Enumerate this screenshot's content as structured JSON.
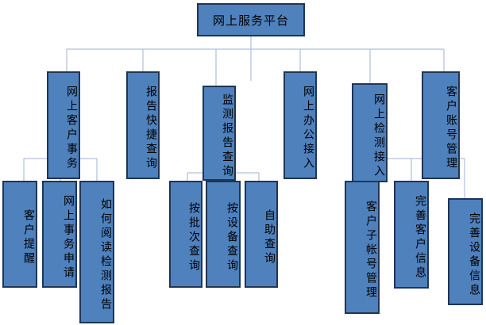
{
  "colors": {
    "node_fill": "#4f81bd",
    "node_border": "#1f3556",
    "connector": "#9db3d1"
  },
  "root": {
    "label": "网上服务平台"
  },
  "categories": [
    {
      "label": "网上客户事务"
    },
    {
      "label": "报告快捷查询"
    },
    {
      "label": "监测报告查询"
    },
    {
      "label": "网上办公接入"
    },
    {
      "label": "网上检测接入"
    },
    {
      "label": "客户账号管理"
    }
  ],
  "subitems": {
    "customer_affairs": [
      {
        "label": "客户提醒"
      },
      {
        "label": "网上事务申请"
      },
      {
        "label": "如何阅读检测报告"
      }
    ],
    "report_query": [
      {
        "label": "按批次查询"
      },
      {
        "label": "按设备查询"
      },
      {
        "label": "自助查询"
      }
    ],
    "account": [
      {
        "label": "客户子帐号管理"
      },
      {
        "label": "完善客户信息"
      },
      {
        "label": "完善设备信息"
      }
    ]
  }
}
